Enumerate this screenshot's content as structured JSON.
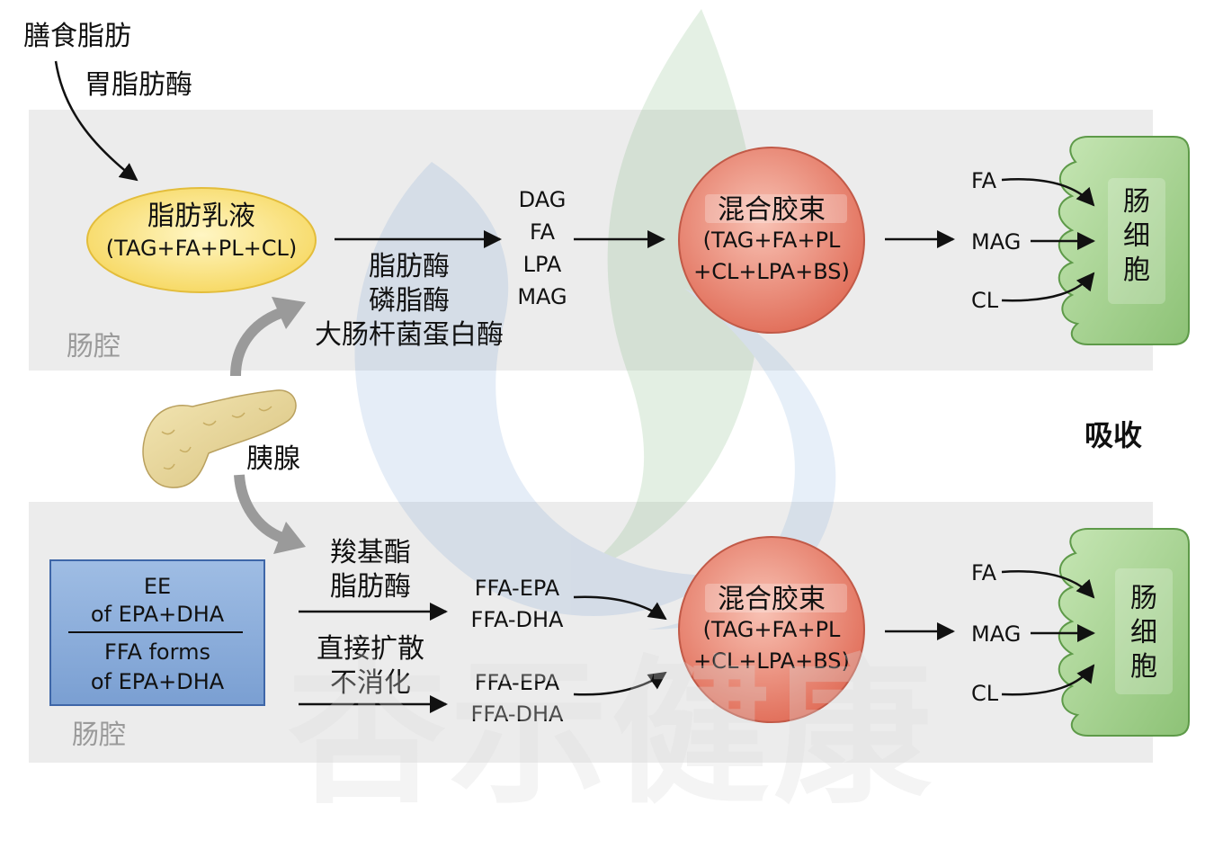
{
  "top": {
    "dietary_fat": "膳食脂肪",
    "gastric_lipase": "胃脂肪酶",
    "emulsion": {
      "title": "脂肪乳液",
      "formula": "(TAG+FA+PL+CL)"
    },
    "enzymes": [
      "脂肪酶",
      "磷脂酶",
      "大肠杆菌蛋白酶"
    ],
    "products": [
      "DAG",
      "FA",
      "LPA",
      "MAG"
    ],
    "micelle": {
      "title": "混合胶束",
      "line1": "(TAG+FA+PL",
      "line2": "+CL+LPA+BS)"
    },
    "absorbed": [
      "FA",
      "MAG",
      "CL"
    ],
    "cell": [
      "肠",
      "细",
      "胞"
    ],
    "lumen": "肠腔"
  },
  "middle": {
    "pancreas": "胰腺",
    "absorption": "吸收"
  },
  "bottom": {
    "box": {
      "line1": "EE",
      "line2": "of EPA+DHA",
      "line3": "FFA forms",
      "line4": "of EPA+DHA"
    },
    "enzyme_path": [
      "羧基酯",
      "脂肪酶"
    ],
    "diffusion_path": [
      "直接扩散",
      "不消化"
    ],
    "ffa_group1": [
      "FFA-EPA",
      "FFA-DHA"
    ],
    "ffa_group2": [
      "FFA-EPA",
      "FFA-DHA"
    ],
    "micelle": {
      "title": "混合胶束",
      "line1": "(TAG+FA+PL",
      "line2": "+CL+LPA+BS)"
    },
    "absorbed": [
      "FA",
      "MAG",
      "CL"
    ],
    "cell": [
      "肠",
      "细",
      "胞"
    ],
    "lumen": "肠腔"
  },
  "watermark": "杏示健康",
  "colors": {
    "band": "#ececec",
    "emulsion_fill": "#fbe58a",
    "micelle_fill": "#ea8472",
    "cell_fill": "#9ecf8a",
    "box_fill": "#86a9d8",
    "gray_arrow": "#9a9a9a"
  }
}
